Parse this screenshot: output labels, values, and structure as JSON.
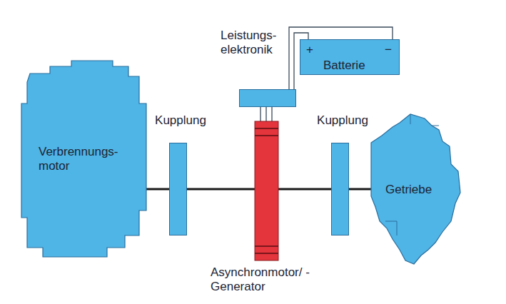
{
  "diagram": {
    "nodes": [
      {
        "text": [
          "Verbrennungs- motor"
        ]
      },
      {
        "text": [
          "Kupplung"
        ]
      },
      {
        "text": [
          "Asynchronmotor/ -Generator"
        ]
      },
      {
        "text": [
          "Kupplung"
        ]
      },
      {
        "text": [
          "Getriebe"
        ]
      },
      {
        "text": [
          "Leistungs- elektronik"
        ]
      },
      {
        "text": [
          "+",
          "−",
          "Batterie"
        ]
      }
    ],
    "edges": [
      {
        "from": 0,
        "to": 1,
        "arrow": "none"
      },
      {
        "from": 1,
        "to": 2,
        "arrow": "none"
      },
      {
        "from": 2,
        "to": 3,
        "arrow": "none"
      },
      {
        "from": 3,
        "to": 4,
        "arrow": "none"
      },
      {
        "from": 5,
        "to": 2,
        "arrow": "none"
      },
      {
        "from": 5,
        "to": 2,
        "arrow": "none"
      },
      {
        "from": 5,
        "to": 2,
        "arrow": "none"
      },
      {
        "from": 6,
        "to": 5,
        "arrow": "none"
      },
      {
        "from": 6,
        "to": 5,
        "arrow": "none"
      }
    ]
  }
}
